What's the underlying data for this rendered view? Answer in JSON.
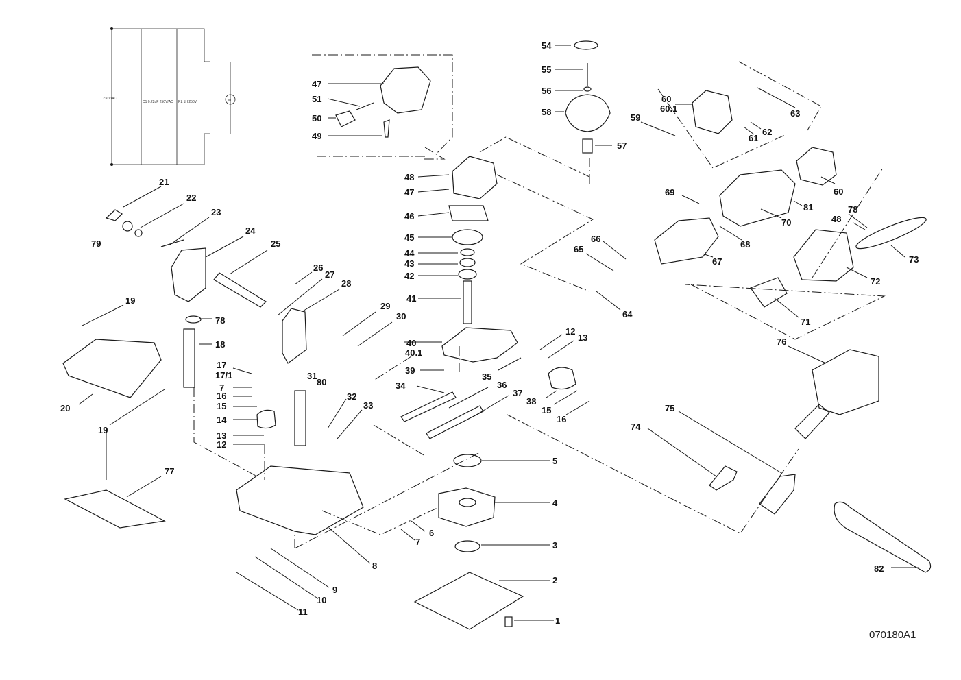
{
  "document_code": "070180A1",
  "wiring": {
    "voltage_label": "230V/AC",
    "capacitor_label": "C1 0.22uF 250V/AC",
    "choke_label": "RL 1H 250V",
    "motor_symbol": "M"
  },
  "callouts": [
    "1",
    "2",
    "3",
    "4",
    "5",
    "6",
    "7",
    "8",
    "9",
    "10",
    "11",
    "12",
    "13",
    "14",
    "15",
    "16",
    "17",
    "17/1",
    "18",
    "19",
    "20",
    "21",
    "22",
    "23",
    "24",
    "25",
    "26",
    "27",
    "28",
    "29",
    "30",
    "31",
    "32",
    "33",
    "34",
    "35",
    "36",
    "37",
    "38",
    "39",
    "40",
    "40.1",
    "41",
    "42",
    "43",
    "44",
    "45",
    "46",
    "47",
    "48",
    "49",
    "50",
    "51",
    "54",
    "55",
    "56",
    "57",
    "58",
    "59",
    "60",
    "60.1",
    "61",
    "62",
    "63",
    "64",
    "65",
    "66",
    "67",
    "68",
    "69",
    "70",
    "71",
    "72",
    "73",
    "74",
    "75",
    "76",
    "77",
    "78",
    "79",
    "80",
    "81",
    "82"
  ],
  "duplicate_callouts": {
    "c7b": "7",
    "c12b": "12",
    "c13b": "13",
    "c15b": "15",
    "c16b": "16",
    "c19b": "19",
    "c47b": "47",
    "c48b": "48",
    "c60b": "60",
    "c78b": "78"
  }
}
